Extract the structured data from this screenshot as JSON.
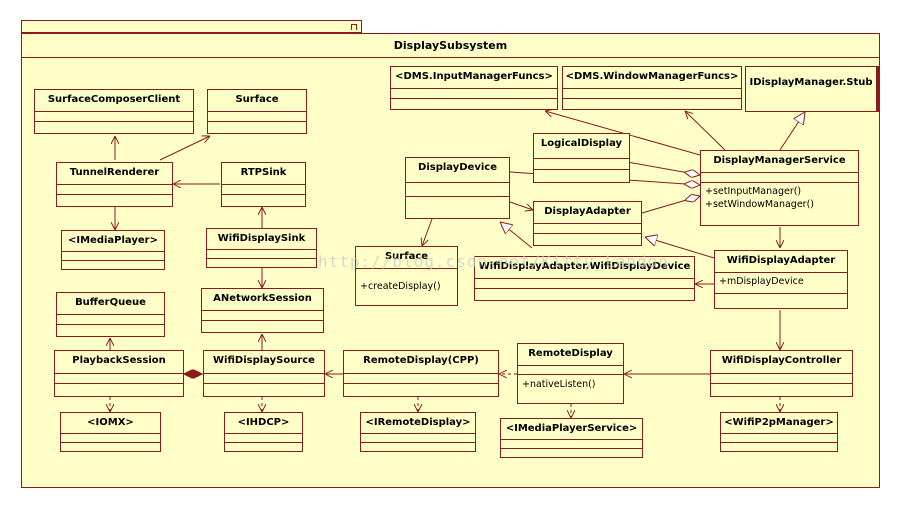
{
  "package": {
    "title": "DisplaySubsystem"
  },
  "watermark": "http://blog.csdn.net/Kitty_Landon",
  "classes": {
    "surface_composer_client": {
      "name": "SurfaceComposerClient"
    },
    "surface_top": {
      "name": "Surface"
    },
    "tunnel_renderer": {
      "name": "TunnelRenderer"
    },
    "rtp_sink": {
      "name": "RTPSink"
    },
    "imedia_player": {
      "name": "<IMediaPlayer>"
    },
    "wifi_display_sink": {
      "name": "WifiDisplaySink"
    },
    "anetwork_session": {
      "name": "ANetworkSession"
    },
    "buffer_queue": {
      "name": "BufferQueue"
    },
    "playback_session": {
      "name": "PlaybackSession"
    },
    "wifi_display_source": {
      "name": "WifiDisplaySource"
    },
    "iomx": {
      "name": "<IOMX>"
    },
    "ihdcp": {
      "name": "<IHDCP>"
    },
    "dms_input_manager_funcs": {
      "name": "<DMS.InputManagerFuncs>"
    },
    "dms_window_manager_funcs": {
      "name": "<DMS.WindowManagerFuncs>"
    },
    "idisplay_manager_stub": {
      "name": "IDisplayManager.Stub"
    },
    "logical_display": {
      "name": "LogicalDisplay"
    },
    "display_device": {
      "name": "DisplayDevice"
    },
    "display_manager_service": {
      "name": "DisplayManagerService",
      "ops": [
        "+setInputManager()",
        "+setWindowManager()"
      ]
    },
    "display_adapter": {
      "name": "DisplayAdapter"
    },
    "surface_mid": {
      "name": "Surface",
      "ops": [
        "+createDisplay()"
      ]
    },
    "wifi_display_adapter_device": {
      "name": "WifiDisplayAdapter.WifiDisplayDevice"
    },
    "wifi_display_adapter": {
      "name": "WifiDisplayAdapter",
      "ops": [
        "+mDisplayDevice"
      ]
    },
    "remote_display_cpp": {
      "name": "RemoteDisplay(CPP)"
    },
    "remote_display": {
      "name": "RemoteDisplay",
      "ops": [
        "+nativeListen()"
      ]
    },
    "wifi_display_controller": {
      "name": "WifiDisplayController"
    },
    "iremote_display": {
      "name": "<IRemoteDisplay>"
    },
    "imedia_player_service": {
      "name": "<IMediaPlayerService>"
    },
    "iwifi_p2p_manager": {
      "name": "<WifiP2pManager>"
    }
  }
}
